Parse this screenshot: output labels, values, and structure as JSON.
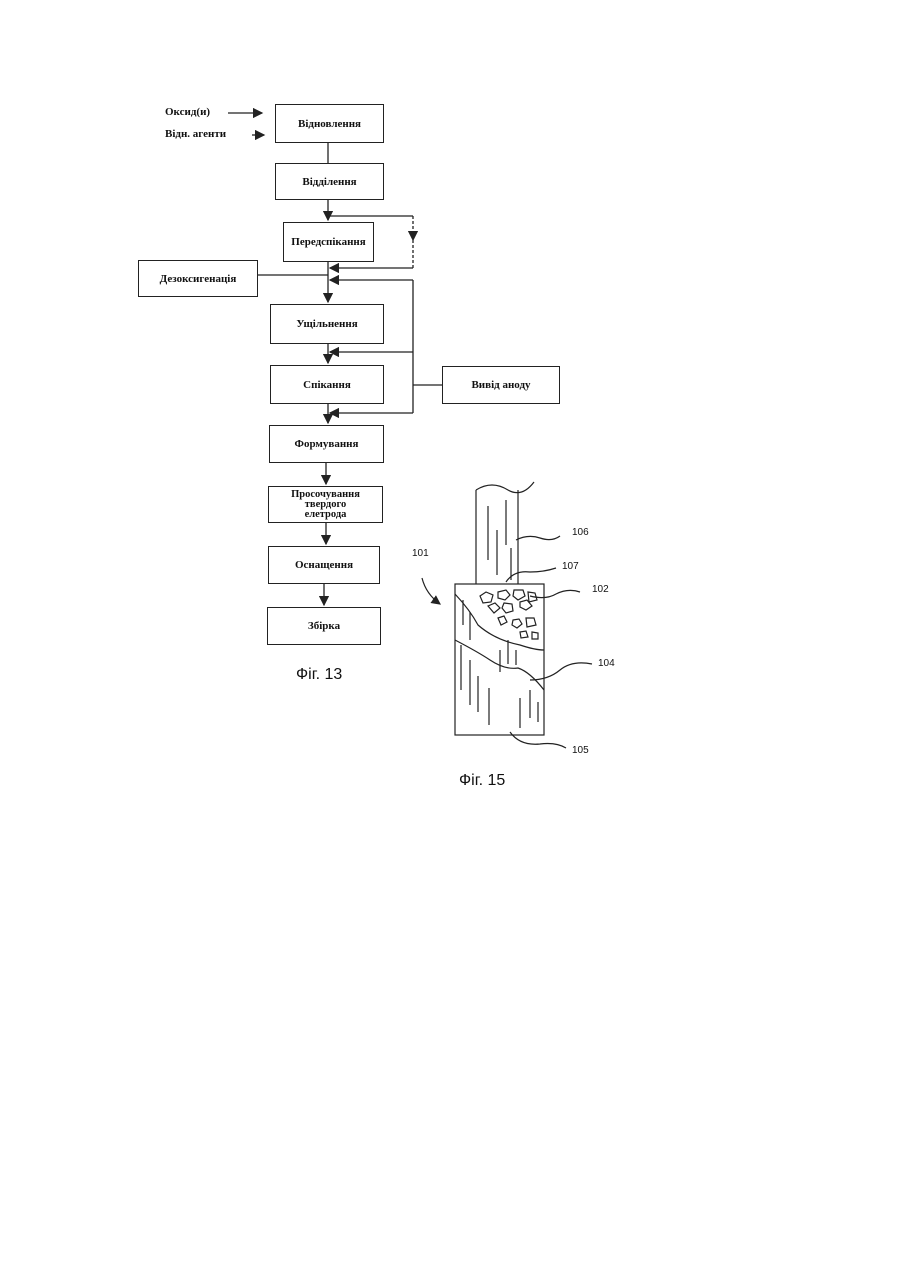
{
  "fig13": {
    "inputs": {
      "oxides": "Оксид(и)",
      "reducing_agents": "Відн. агенти"
    },
    "steps": {
      "reduction": "Відновлення",
      "separation": "Відділення",
      "presintering": "Передспікання",
      "deoxygenation": "Дезоксигенація",
      "compaction": "Ущільнення",
      "sintering": "Спікання",
      "anode_lead": "Вивід аноду",
      "forming": "Формування",
      "impregnation": "Просочування\nтвердого\nелетрода",
      "equipping": "Оснащення",
      "assembly": "Збірка"
    },
    "caption": "Фіг. 13"
  },
  "fig15": {
    "labels": [
      "101",
      "106",
      "107",
      "102",
      "104",
      "105"
    ],
    "caption": "Фіг. 15"
  }
}
